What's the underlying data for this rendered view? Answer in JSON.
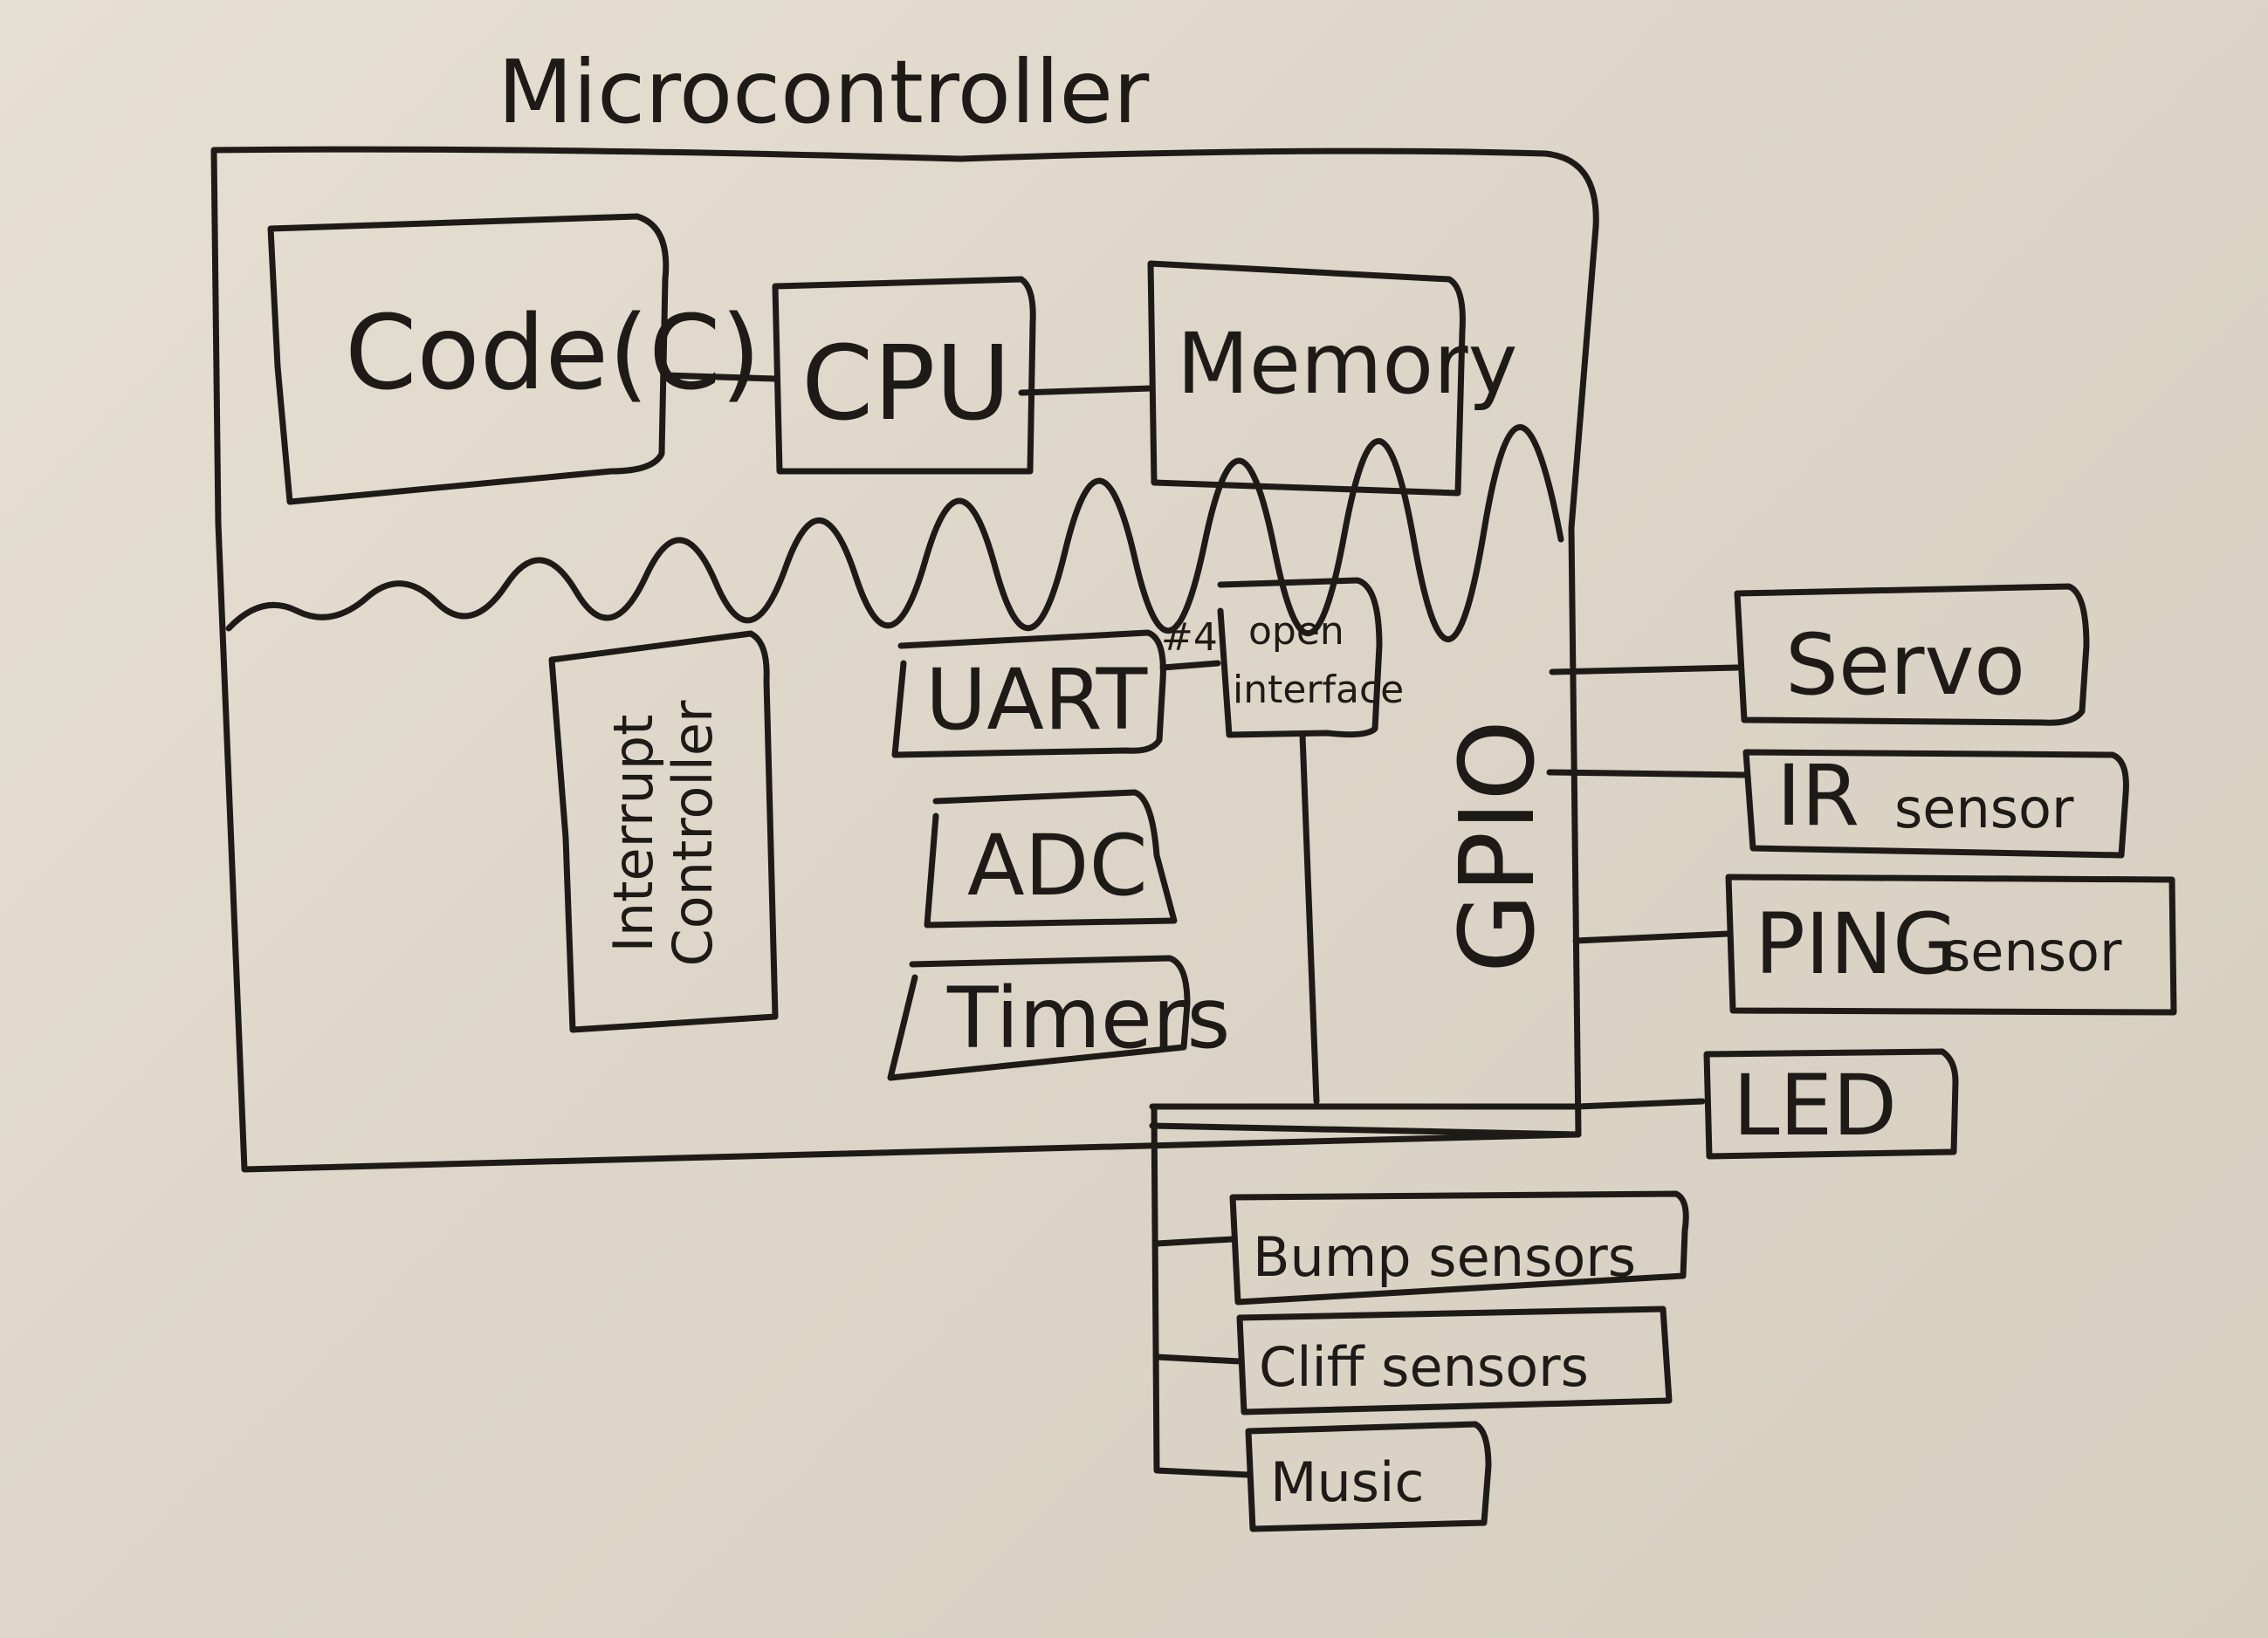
{
  "title": "Microcontroller",
  "blocks": {
    "code": "Code(C)",
    "cpu": "CPU",
    "memory": "Memory",
    "interrupt_line1": "Interrupt",
    "interrupt_line2": "Controller",
    "uart": "UART",
    "uart_link": "#4",
    "open_interface_line1": "open",
    "open_interface_line2": "interface",
    "adc": "ADC",
    "timers": "Timers",
    "gpio": "GPIO"
  },
  "gpio_devices": {
    "servo": "Servo",
    "ir": "IR",
    "ir_sensor": "sensor",
    "ping": "PING",
    "ping_sensor": "sensor",
    "led": "LED"
  },
  "oi_devices": {
    "bump": "Bump sensors",
    "cliff": "Cliff sensors",
    "music": "Music"
  }
}
